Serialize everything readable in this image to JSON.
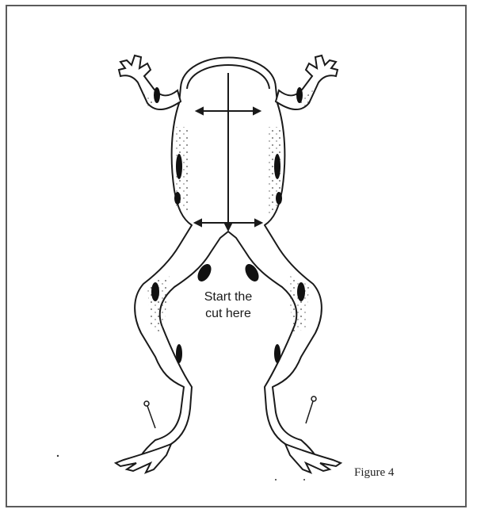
{
  "figure": {
    "caption": "Figure 4",
    "instruction_line1": "Start the",
    "instruction_line2": "cut here"
  },
  "colors": {
    "outline": "#1a1a1a",
    "frame_border": "#5b5b5b",
    "background": "#ffffff"
  }
}
